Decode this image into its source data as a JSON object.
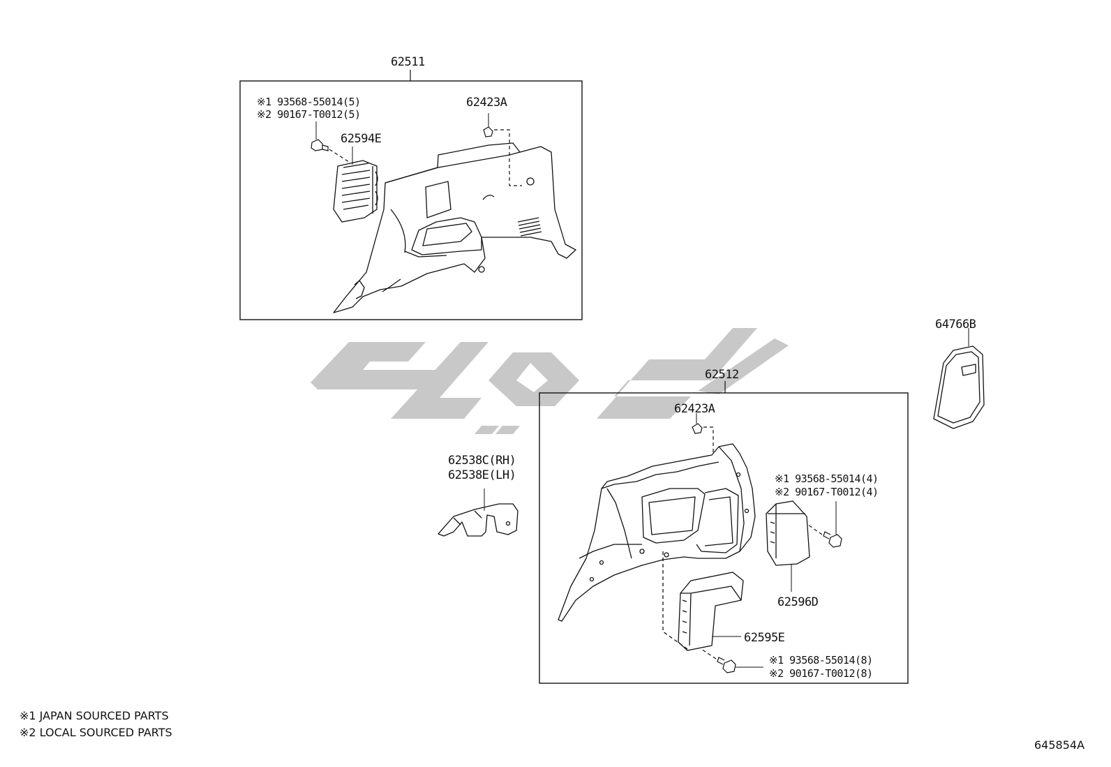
{
  "watermark": {
    "name": "arabic-logo-watermark",
    "color": "#c8c8c8"
  },
  "group_upper": {
    "label": "62511",
    "fastener_lines": [
      "※1 93568-55014(5)",
      "※2 90167-T0012(5)"
    ],
    "clip_label": "62423A",
    "cover_label": "62594E"
  },
  "group_lower": {
    "label": "62512",
    "clip_label": "62423A",
    "fastener_lines_a": [
      "※1 93568-55014(4)",
      "※2 90167-T0012(4)"
    ],
    "cover_label": "62596D",
    "box_label": "62595E",
    "fastener_lines_b": [
      "※1 93568-55014(8)",
      "※2 90167-T0012(8)"
    ]
  },
  "part_garnish": {
    "label_lines": [
      "62538C(RH)",
      "62538E(LH)"
    ]
  },
  "part_panel": {
    "label": "64766B"
  },
  "notes": [
    "※1 JAPAN SOURCED PARTS",
    "※2 LOCAL SOURCED PARTS"
  ],
  "diagram_code": "645854A"
}
